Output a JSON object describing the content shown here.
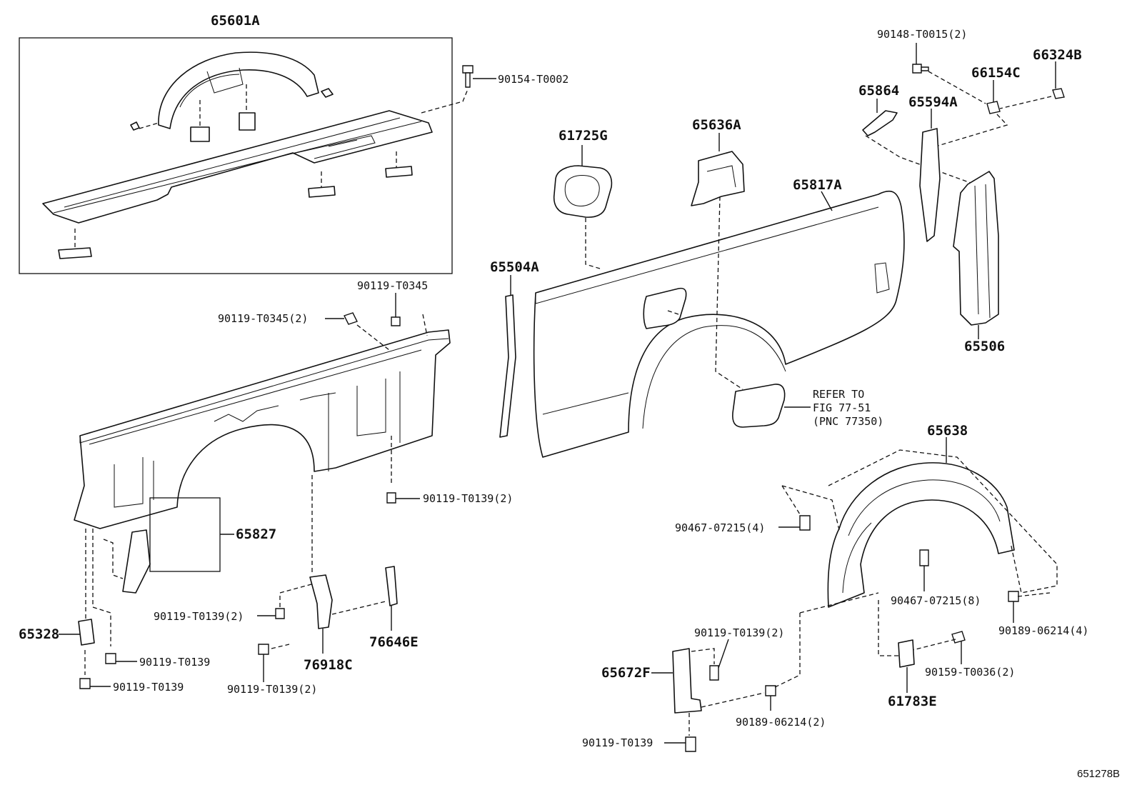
{
  "callouts": {
    "p65601A": "65601A",
    "p90154T0002": "90154-T0002",
    "p90148T0015": "90148-T0015(2)",
    "p66324B": "66324B",
    "p66154C": "66154C",
    "p65864": "65864",
    "p65594A": "65594A",
    "p61725G": "61725G",
    "p65636A": "65636A",
    "p65817A": "65817A",
    "p65504A": "65504A",
    "p65506": "65506",
    "p90119T0345": "90119-T0345",
    "p90119T0345x2": "90119-T0345(2)",
    "p90119T0139x2a": "90119-T0139(2)",
    "p65827": "65827",
    "p65328": "65328",
    "p90119T0139a": "90119-T0139",
    "p90119T0139b": "90119-T0139",
    "p90119T0139x2b": "90119-T0139(2)",
    "p90119T0139x2c": "90119-T0139(2)",
    "p76918C": "76918C",
    "p76646E": "76646E",
    "p65638": "65638",
    "p90467x4": "90467-07215(4)",
    "p90467x8": "90467-07215(8)",
    "p90189x4": "90189-06214(4)",
    "p90119T0139x2d": "90119-T0139(2)",
    "p65672F": "65672F",
    "p90159T0036": "90159-T0036(2)",
    "p61783E": "61783E",
    "p90189x2": "90189-06214(2)",
    "p90119T0139c": "90119-T0139"
  },
  "reference": {
    "line1": "REFER TO",
    "line2": "FIG 77-51",
    "line3": "(PNC 77350)"
  },
  "figure_id": "651278B"
}
